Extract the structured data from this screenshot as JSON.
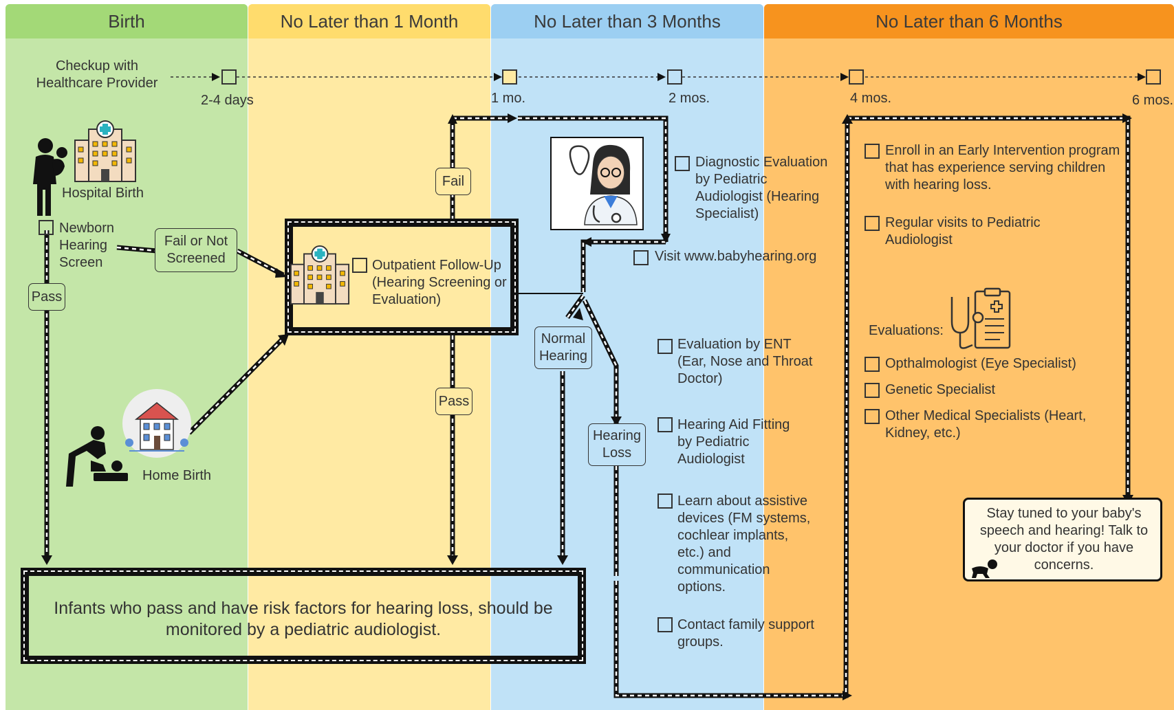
{
  "columns": [
    {
      "title": "Birth",
      "color": "#c4e6a8",
      "head_color": "#a3d977"
    },
    {
      "title": "No Later than 1 Month",
      "color": "#ffeaa3",
      "head_color": "#ffdc6d"
    },
    {
      "title": "No Later than 3 Months",
      "color": "#c0e2f7",
      "head_color": "#9ccff2"
    },
    {
      "title": "No Later than 6 Months",
      "color": "#ffc36b",
      "head_color": "#f7931e"
    }
  ],
  "timeline": {
    "label": "Checkup with Healthcare Provider",
    "ticks": [
      "2-4 days",
      "1 mo.",
      "2 mos.",
      "4 mos.",
      "6 mos."
    ]
  },
  "birth": {
    "hospital": "Hospital Birth",
    "home": "Home Birth",
    "newborn_screen": "Newborn Hearing Screen",
    "fail_tag": "Fail or Not Screened",
    "pass_tag": "Pass"
  },
  "month1": {
    "followup": "Outpatient Follow-Up (Hearing Screening or Evaluation)",
    "fail_tag": "Fail",
    "pass_tag": "Pass"
  },
  "month3": {
    "diagnostic": "Diagnostic Evaluation by Pediatric Audiologist (Hearing Specialist)",
    "visit": "Visit www.babyhearing.org",
    "normal_tag": "Normal Hearing",
    "loss_tag": "Hearing Loss",
    "items": [
      "Evaluation by ENT (Ear, Nose and Throat Doctor)",
      "Hearing Aid Fitting by Pediatric Audiologist",
      "Learn about assistive devices (FM systems, cochlear implants, etc.) and communication options.",
      "Contact family support groups."
    ]
  },
  "month6": {
    "items_top": [
      "Enroll in an Early Intervention program that has experience serving children with hearing loss.",
      "Regular visits to Pediatric Audiologist"
    ],
    "evaluations_label": "Evaluations:",
    "evaluations": [
      "Opthalmologist (Eye Specialist)",
      "Genetic Specialist",
      "Other Medical Specialists (Heart, Kidney, etc.)"
    ],
    "stay_tuned": "Stay tuned to your baby's speech and hearing! Talk to your doctor if you have concerns."
  },
  "bottom_note": "Infants who pass and have risk factors for hearing loss, should be monitored by a pediatric audiologist."
}
